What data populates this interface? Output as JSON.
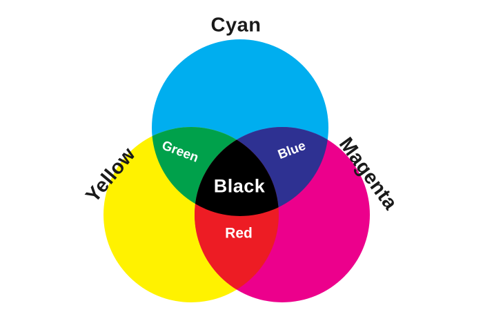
{
  "background": "#FFFFFF",
  "text_colors": {
    "outer_labels": "#1A1A1A",
    "inner_labels": "#FFFFFF"
  },
  "circles": [
    {
      "name": "cyan",
      "label": "Cyan",
      "color": "#00AEEF"
    },
    {
      "name": "yellow",
      "label": "Yellow",
      "color": "#FFF200"
    },
    {
      "name": "magenta",
      "label": "Magenta",
      "color": "#EC008C"
    }
  ],
  "overlaps": [
    {
      "name": "green",
      "label": "Green",
      "color": "#00A14B",
      "of": [
        "cyan",
        "yellow"
      ]
    },
    {
      "name": "blue",
      "label": "Blue",
      "color": "#2E3192",
      "of": [
        "cyan",
        "magenta"
      ]
    },
    {
      "name": "red",
      "label": "Red",
      "color": "#ED1C24",
      "of": [
        "yellow",
        "magenta"
      ]
    },
    {
      "name": "black",
      "label": "Black",
      "color": "#000000",
      "of": [
        "cyan",
        "yellow",
        "magenta"
      ]
    }
  ]
}
